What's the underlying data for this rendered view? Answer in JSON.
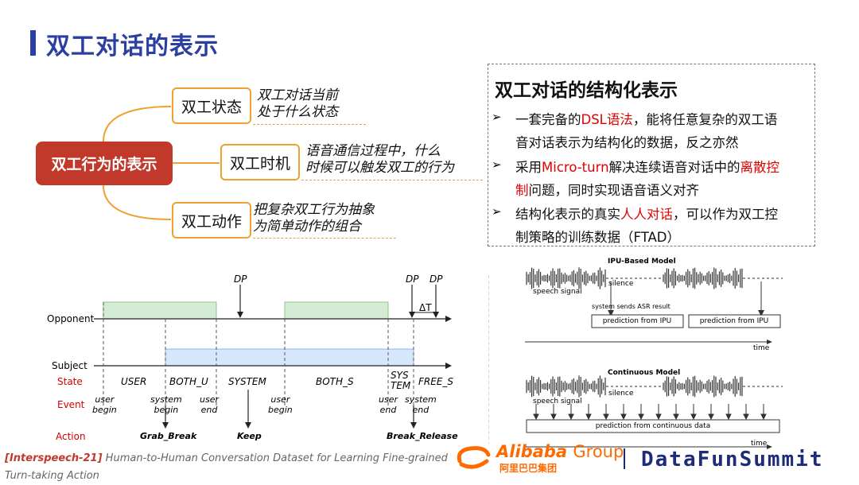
{
  "title": "双工对话的表示",
  "mindmap": {
    "center": "双工行为的表示",
    "nodes": [
      {
        "label": "双工状态",
        "desc": [
          "双工对话当前",
          "处于什么状态"
        ]
      },
      {
        "label": "双工时机",
        "desc": [
          "语音通信过程中，什么",
          "时候可以触发双工的行为"
        ]
      },
      {
        "label": "双工动作",
        "desc": [
          "把复杂双工行为抽象",
          "为简单动作的组合"
        ]
      }
    ]
  },
  "structured": {
    "title": "双工对话的结构化表示",
    "bullet1": {
      "l1a": "一套完备的",
      "l1red": "DSL语法",
      "l1b": "，能将任意复杂的双工语",
      "l2": "音对话表示为结构化的数据，反之亦然"
    },
    "bullet2": {
      "l1a": "采用",
      "l1red": "Micro-turn",
      "l1b": "解决连续语音对话中的",
      "l1red2": "离散控",
      "l2red": "制",
      "l2": "问题，同时实现语音语义对齐"
    },
    "bullet3": {
      "l1a": "结构化表示的真实",
      "l1red": "人人对话",
      "l1b": "，可以作为双工控",
      "l2": "制策略的训练数据（FTAD）"
    }
  },
  "timeline": {
    "dp_labels": [
      "DP",
      "DP",
      "DP"
    ],
    "delta": "ΔT",
    "opponent": "Opponent",
    "subject": "Subject",
    "state_label": "State",
    "event_label": "Event",
    "action_label": "Action",
    "states": [
      "USER",
      "BOTH_U",
      "SYSTEM",
      "BOTH_S",
      "SYS",
      "TEM",
      "FREE_S"
    ],
    "events": [
      [
        "user",
        "begin"
      ],
      [
        "system",
        "begin"
      ],
      [
        "user",
        "end"
      ],
      [
        "user",
        "begin"
      ],
      [
        "user",
        "end"
      ],
      [
        "system",
        "end"
      ]
    ],
    "actions": [
      "Grab_Break",
      "Keep",
      "Break_Release"
    ]
  },
  "models": {
    "ipu_title": "IPU-Based Model",
    "silence": "silence",
    "speech_signal": "speech signal",
    "sys_sends": "system sends ASR result",
    "pred_ipu": "prediction from IPU",
    "time": "time",
    "cont_title": "Continuous Model",
    "pred_cont": "prediction from continuous data"
  },
  "footer": {
    "cite_bold": "[Interspeech-21]",
    "cite_rest": " Human-to-Human Conversation Dataset for Learning Fine-grained",
    "cite_line2": "Turn-taking Action",
    "alibaba": "Alibaba",
    "group": "Group",
    "alibaba_cn": "阿里巴巴集团",
    "summit": "DataFunSummit"
  },
  "colors": {
    "accent": "#2b3fa0",
    "red": "#c0392b",
    "orange": "#f0a030",
    "green": "#d5ecd4",
    "blue": "#d6e6fb"
  }
}
